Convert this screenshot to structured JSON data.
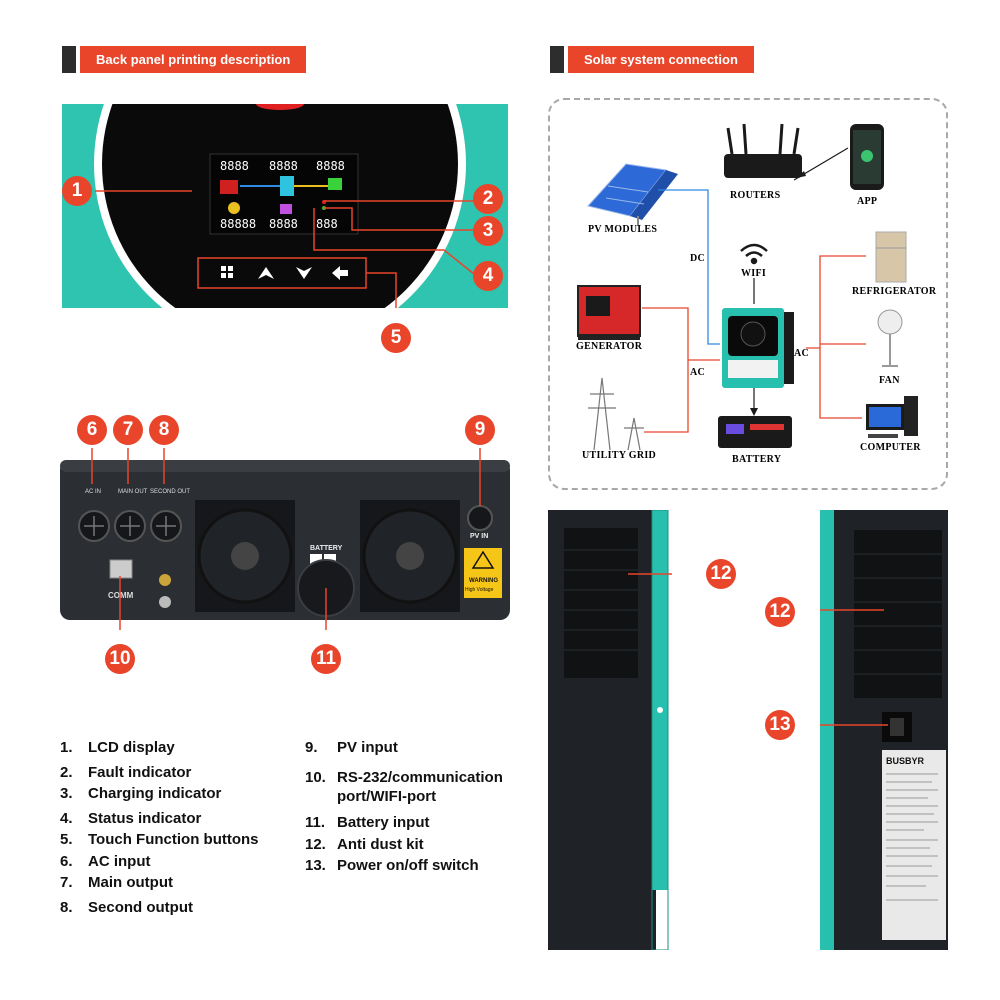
{
  "headers": {
    "back_panel": "Back panel printing description",
    "solar": "Solar system connection"
  },
  "badges": [
    "1",
    "2",
    "3",
    "4",
    "5",
    "6",
    "7",
    "8",
    "9",
    "10",
    "11",
    "12",
    "12",
    "13"
  ],
  "panel_labels": {
    "ac_in": "AC IN",
    "main_out": "MAIN OUT",
    "second_out": "SECOND OUT",
    "battery": "BATTERY",
    "pv_in": "PV IN",
    "comm": "COMM",
    "warning": "WARNING",
    "high_voltage": "High Voltage",
    "brand": "BUSBYR"
  },
  "diagram": {
    "pv_modules": "PV MODULES",
    "routers": "ROUTERS",
    "app": "APP",
    "wifi": "WIFI",
    "dc": "DC",
    "ac_left": "AC",
    "ac_right": "AC",
    "generator": "GENERATOR",
    "utility_grid": "UTILITY GRID",
    "battery": "BATTERY",
    "refrigerator": "REFRIGERATOR",
    "fan": "FAN",
    "computer": "COMPUTER"
  },
  "legend_left": [
    {
      "num": "1.",
      "text": "LCD display"
    },
    {
      "num": "2.",
      "text": "Fault indicator"
    },
    {
      "num": "3.",
      "text": "Charging indicator"
    },
    {
      "num": "4.",
      "text": "Status indicator"
    },
    {
      "num": "5.",
      "text": "Touch Function buttons"
    },
    {
      "num": "6.",
      "text": "AC input"
    },
    {
      "num": "7.",
      "text": "Main output"
    },
    {
      "num": "8.",
      "text": "Second output"
    }
  ],
  "legend_right": [
    {
      "num": "9.",
      "text": "PV input"
    },
    {
      "num": "10.",
      "text": "RS-232/communication port/WIFI-port"
    },
    {
      "num": "11.",
      "text": "Battery input"
    },
    {
      "num": "12.",
      "text": "Anti dust kit"
    },
    {
      "num": "13.",
      "text": "Power on/off switch"
    }
  ],
  "colors": {
    "accent": "#e8452a",
    "teal": "#2ec4b0",
    "dark": "#2d2d2d"
  }
}
